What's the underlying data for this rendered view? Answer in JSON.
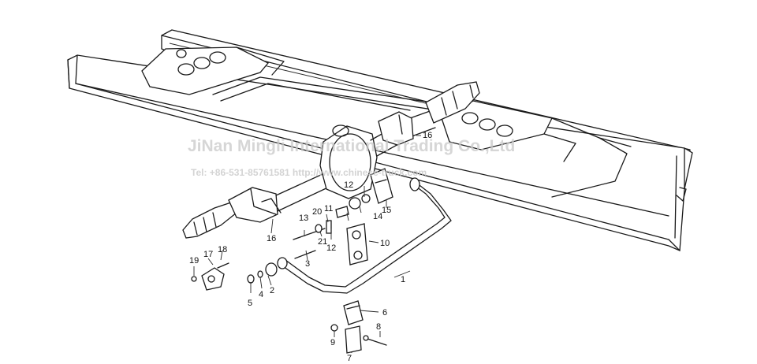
{
  "watermark": {
    "line1": "JiNan Mingli International Trading Co.,Ltd",
    "line2": "Tel: +86-531-85761581  http://www.chinese-truck.com"
  },
  "callouts": [
    "1",
    "2",
    "3",
    "4",
    "5",
    "6",
    "7",
    "8",
    "9",
    "10",
    "11",
    "12",
    "12",
    "13",
    "14",
    "15",
    "16",
    "16",
    "17",
    "18",
    "19",
    "20",
    "21"
  ],
  "colors": {
    "ink": "#1a1a1a",
    "paper": "#ffffff",
    "watermark": "#c9c9c9"
  }
}
